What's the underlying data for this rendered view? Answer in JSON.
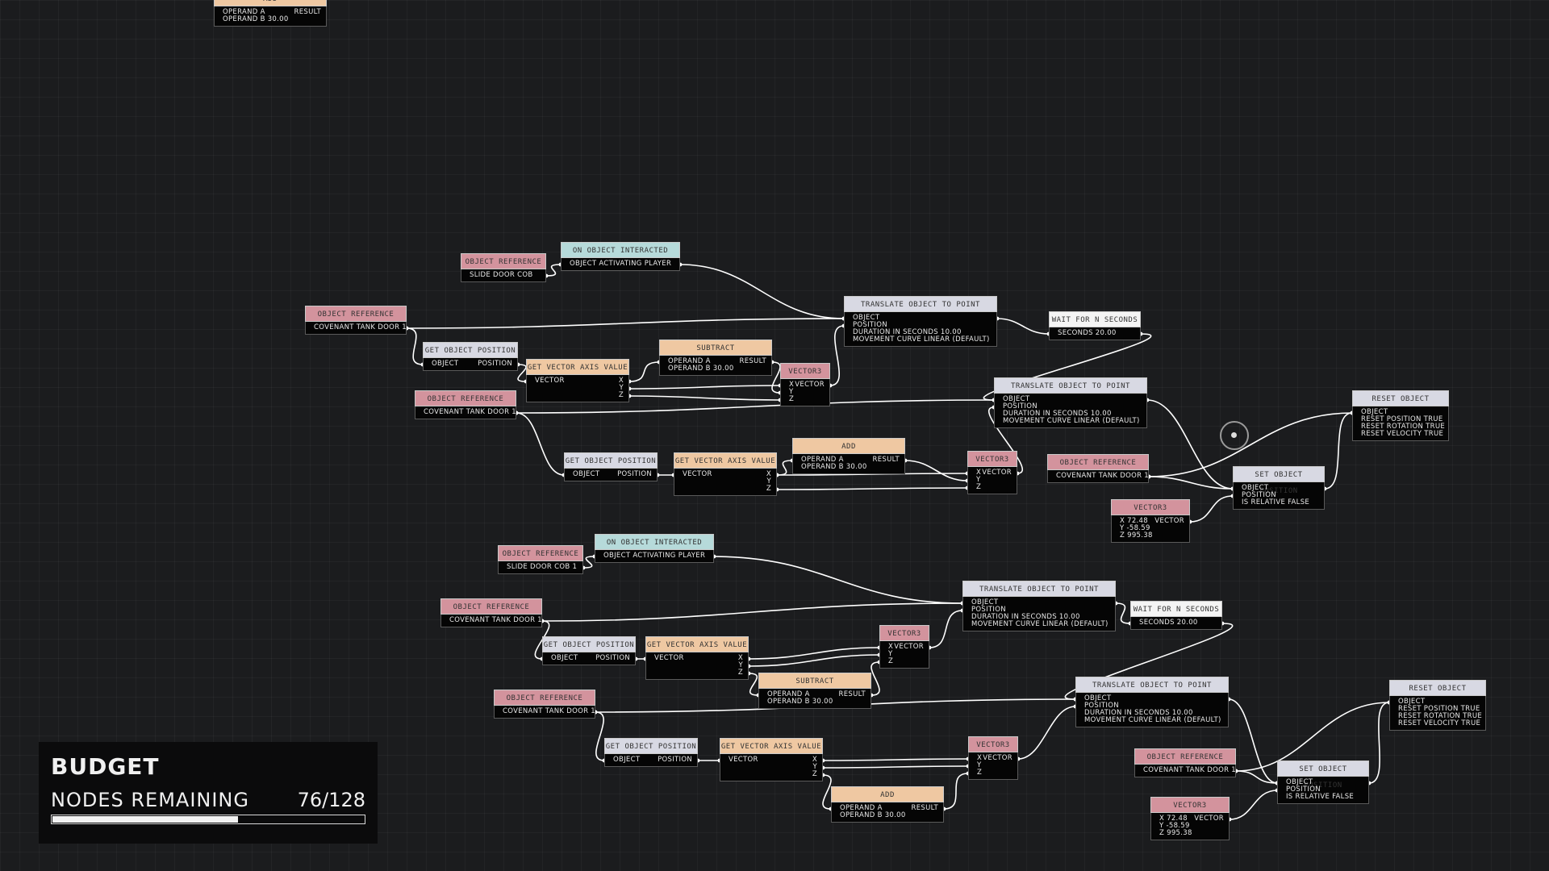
{
  "budget": {
    "title": "BUDGET",
    "label": "NODES REMAINING",
    "remaining": 76,
    "total": 128,
    "display": "76/128",
    "fraction": 0.59375
  },
  "colors": {
    "background": "#1b1c1e",
    "reference_header": "#d3939d",
    "math_header": "#efc8a2",
    "function_header": "#d8d9e3",
    "event_header": "#b6dada",
    "wire": "#ffffff"
  },
  "nodes": [
    {
      "id": "n_add_top",
      "type": "math",
      "title": "ADD",
      "rows": [
        [
          "OPERAND A",
          "RESULT"
        ],
        [
          "OPERAND B 30.00",
          ""
        ]
      ]
    },
    {
      "id": "n_ref_slide1",
      "type": "ref",
      "title": "OBJECT REFERENCE",
      "rows": [
        [
          "SLIDE DOOR COB",
          ""
        ]
      ]
    },
    {
      "id": "n_event1",
      "type": "event",
      "title": "ON OBJECT INTERACTED",
      "rows": [
        [
          "OBJECT   ACTIVATING PLAYER",
          ""
        ]
      ]
    },
    {
      "id": "n_ref_tank_a",
      "type": "ref",
      "title": "OBJECT REFERENCE",
      "rows": [
        [
          "COVENANT TANK DOOR 1",
          ""
        ]
      ]
    },
    {
      "id": "n_getpos_a",
      "type": "func",
      "title": "GET OBJECT POSITION",
      "rows": [
        [
          "OBJECT",
          "POSITION"
        ]
      ]
    },
    {
      "id": "n_axis_a",
      "type": "math",
      "title": "GET VECTOR AXIS VALUE",
      "rows": [
        [
          "VECTOR",
          "X"
        ],
        [
          "",
          "Y"
        ],
        [
          "",
          "Z"
        ]
      ]
    },
    {
      "id": "n_sub_a",
      "type": "math",
      "title": "SUBTRACT",
      "rows": [
        [
          "OPERAND A",
          "RESULT"
        ],
        [
          "OPERAND B 30.00",
          ""
        ]
      ]
    },
    {
      "id": "n_vec_a",
      "type": "vec",
      "title": "VECTOR3",
      "rows": [
        [
          "X",
          "VECTOR"
        ],
        [
          "Y",
          ""
        ],
        [
          "Z",
          ""
        ]
      ]
    },
    {
      "id": "n_translate_a",
      "type": "func",
      "title": "TRANSLATE OBJECT TO POINT",
      "rows": [
        [
          "OBJECT",
          ""
        ],
        [
          "POSITION",
          ""
        ],
        [
          "DURATION IN SECONDS 10.00",
          ""
        ],
        [
          "MOVEMENT CURVE LINEAR (DEFAULT)",
          ""
        ]
      ]
    },
    {
      "id": "n_wait_a",
      "type": "wait",
      "title": "WAIT FOR N SECONDS",
      "rows": [
        [
          "SECONDS 20.00",
          ""
        ]
      ]
    },
    {
      "id": "n_ref_tank_b",
      "type": "ref",
      "title": "OBJECT REFERENCE",
      "rows": [
        [
          "COVENANT TANK DOOR 1",
          ""
        ]
      ]
    },
    {
      "id": "n_translate_b",
      "type": "func",
      "title": "TRANSLATE OBJECT TO POINT",
      "rows": [
        [
          "OBJECT",
          ""
        ],
        [
          "POSITION",
          ""
        ],
        [
          "DURATION IN SECONDS 10.00",
          ""
        ],
        [
          "MOVEMENT CURVE LINEAR (DEFAULT)",
          ""
        ]
      ]
    },
    {
      "id": "n_reset_a",
      "type": "func",
      "title": "RESET OBJECT",
      "rows": [
        [
          "OBJECT",
          ""
        ],
        [
          "RESET POSITION TRUE",
          ""
        ],
        [
          "RESET ROTATION TRUE",
          ""
        ],
        [
          "RESET VELOCITY TRUE",
          ""
        ]
      ]
    },
    {
      "id": "n_getpos_b",
      "type": "func",
      "title": "GET OBJECT POSITION",
      "rows": [
        [
          "OBJECT",
          "POSITION"
        ]
      ]
    },
    {
      "id": "n_axis_b",
      "type": "math",
      "title": "GET VECTOR AXIS VALUE",
      "rows": [
        [
          "VECTOR",
          "X"
        ],
        [
          "",
          "Y"
        ],
        [
          "",
          "Z"
        ]
      ]
    },
    {
      "id": "n_add_b",
      "type": "math",
      "title": "ADD",
      "rows": [
        [
          "OPERAND A",
          "RESULT"
        ],
        [
          "OPERAND B 30.00",
          ""
        ]
      ]
    },
    {
      "id": "n_vec_b",
      "type": "vec",
      "title": "VECTOR3",
      "rows": [
        [
          "X",
          "VECTOR"
        ],
        [
          "Y",
          ""
        ],
        [
          "Z",
          ""
        ]
      ]
    },
    {
      "id": "n_ref_tank_c",
      "type": "ref",
      "title": "OBJECT REFERENCE",
      "rows": [
        [
          "COVENANT TANK DOOR 1",
          ""
        ]
      ]
    },
    {
      "id": "n_setpos_a",
      "type": "func",
      "title": "SET OBJECT POSITION",
      "rows": [
        [
          "OBJECT",
          ""
        ],
        [
          "POSITION",
          ""
        ],
        [
          "IS RELATIVE FALSE",
          ""
        ]
      ]
    },
    {
      "id": "n_vec_c",
      "type": "vec",
      "title": "VECTOR3",
      "rows": [
        [
          "X 72.48",
          "VECTOR"
        ],
        [
          "Y -58.59",
          ""
        ],
        [
          "Z 995.38",
          ""
        ]
      ]
    },
    {
      "id": "n_ref_slide2",
      "type": "ref",
      "title": "OBJECT REFERENCE",
      "rows": [
        [
          "SLIDE DOOR COB 1",
          ""
        ]
      ]
    },
    {
      "id": "n_event2",
      "type": "event",
      "title": "ON OBJECT INTERACTED",
      "rows": [
        [
          "OBJECT   ACTIVATING PLAYER",
          ""
        ]
      ]
    },
    {
      "id": "n_ref_tank_d",
      "type": "ref",
      "title": "OBJECT REFERENCE",
      "rows": [
        [
          "COVENANT TANK DOOR 1",
          ""
        ]
      ]
    },
    {
      "id": "n_translate_c",
      "type": "func",
      "title": "TRANSLATE OBJECT TO POINT",
      "rows": [
        [
          "OBJECT",
          ""
        ],
        [
          "POSITION",
          ""
        ],
        [
          "DURATION IN SECONDS 10.00",
          ""
        ],
        [
          "MOVEMENT CURVE LINEAR (DEFAULT)",
          ""
        ]
      ]
    },
    {
      "id": "n_wait_b",
      "type": "wait",
      "title": "WAIT FOR N SECONDS",
      "rows": [
        [
          "SECONDS 20.00",
          ""
        ]
      ]
    },
    {
      "id": "n_getpos_c",
      "type": "func",
      "title": "GET OBJECT POSITION",
      "rows": [
        [
          "OBJECT",
          "POSITION"
        ]
      ]
    },
    {
      "id": "n_axis_c",
      "type": "math",
      "title": "GET VECTOR AXIS VALUE",
      "rows": [
        [
          "VECTOR",
          "X"
        ],
        [
          "",
          "Y"
        ],
        [
          "",
          "Z"
        ]
      ]
    },
    {
      "id": "n_vec_d",
      "type": "vec",
      "title": "VECTOR3",
      "rows": [
        [
          "X",
          "VECTOR"
        ],
        [
          "Y",
          ""
        ],
        [
          "Z",
          ""
        ]
      ]
    },
    {
      "id": "n_sub_b",
      "type": "math",
      "title": "SUBTRACT",
      "rows": [
        [
          "OPERAND A",
          "RESULT"
        ],
        [
          "OPERAND B 30.00",
          ""
        ]
      ]
    },
    {
      "id": "n_ref_tank_e",
      "type": "ref",
      "title": "OBJECT REFERENCE",
      "rows": [
        [
          "COVENANT TANK DOOR 1",
          ""
        ]
      ]
    },
    {
      "id": "n_translate_d",
      "type": "func",
      "title": "TRANSLATE OBJECT TO POINT",
      "rows": [
        [
          "OBJECT",
          ""
        ],
        [
          "POSITION",
          ""
        ],
        [
          "DURATION IN SECONDS 10.00",
          ""
        ],
        [
          "MOVEMENT CURVE LINEAR (DEFAULT)",
          ""
        ]
      ]
    },
    {
      "id": "n_reset_b",
      "type": "func",
      "title": "RESET OBJECT",
      "rows": [
        [
          "OBJECT",
          ""
        ],
        [
          "RESET POSITION TRUE",
          ""
        ],
        [
          "RESET ROTATION TRUE",
          ""
        ],
        [
          "RESET VELOCITY TRUE",
          ""
        ]
      ]
    },
    {
      "id": "n_getpos_d",
      "type": "func",
      "title": "GET OBJECT POSITION",
      "rows": [
        [
          "OBJECT",
          "POSITION"
        ]
      ]
    },
    {
      "id": "n_axis_d",
      "type": "math",
      "title": "GET VECTOR AXIS VALUE",
      "rows": [
        [
          "VECTOR",
          "X"
        ],
        [
          "",
          "Y"
        ],
        [
          "",
          "Z"
        ]
      ]
    },
    {
      "id": "n_vec_e",
      "type": "vec",
      "title": "VECTOR3",
      "rows": [
        [
          "X",
          "VECTOR"
        ],
        [
          "Y",
          ""
        ],
        [
          "Z",
          ""
        ]
      ]
    },
    {
      "id": "n_ref_tank_f",
      "type": "ref",
      "title": "OBJECT REFERENCE",
      "rows": [
        [
          "COVENANT TANK DOOR 1",
          ""
        ]
      ]
    },
    {
      "id": "n_setpos_b",
      "type": "func",
      "title": "SET OBJECT POSITION",
      "rows": [
        [
          "OBJECT",
          ""
        ],
        [
          "POSITION",
          ""
        ],
        [
          "IS RELATIVE FALSE",
          ""
        ]
      ]
    },
    {
      "id": "n_add_c",
      "type": "math",
      "title": "ADD",
      "rows": [
        [
          "OPERAND A",
          "RESULT"
        ],
        [
          "OPERAND B 30.00",
          ""
        ]
      ]
    },
    {
      "id": "n_vec_f",
      "type": "vec",
      "title": "VECTOR3",
      "rows": [
        [
          "X 72.48",
          "VECTOR"
        ],
        [
          "Y -58.59",
          ""
        ],
        [
          "Z 995.38",
          ""
        ]
      ]
    }
  ]
}
